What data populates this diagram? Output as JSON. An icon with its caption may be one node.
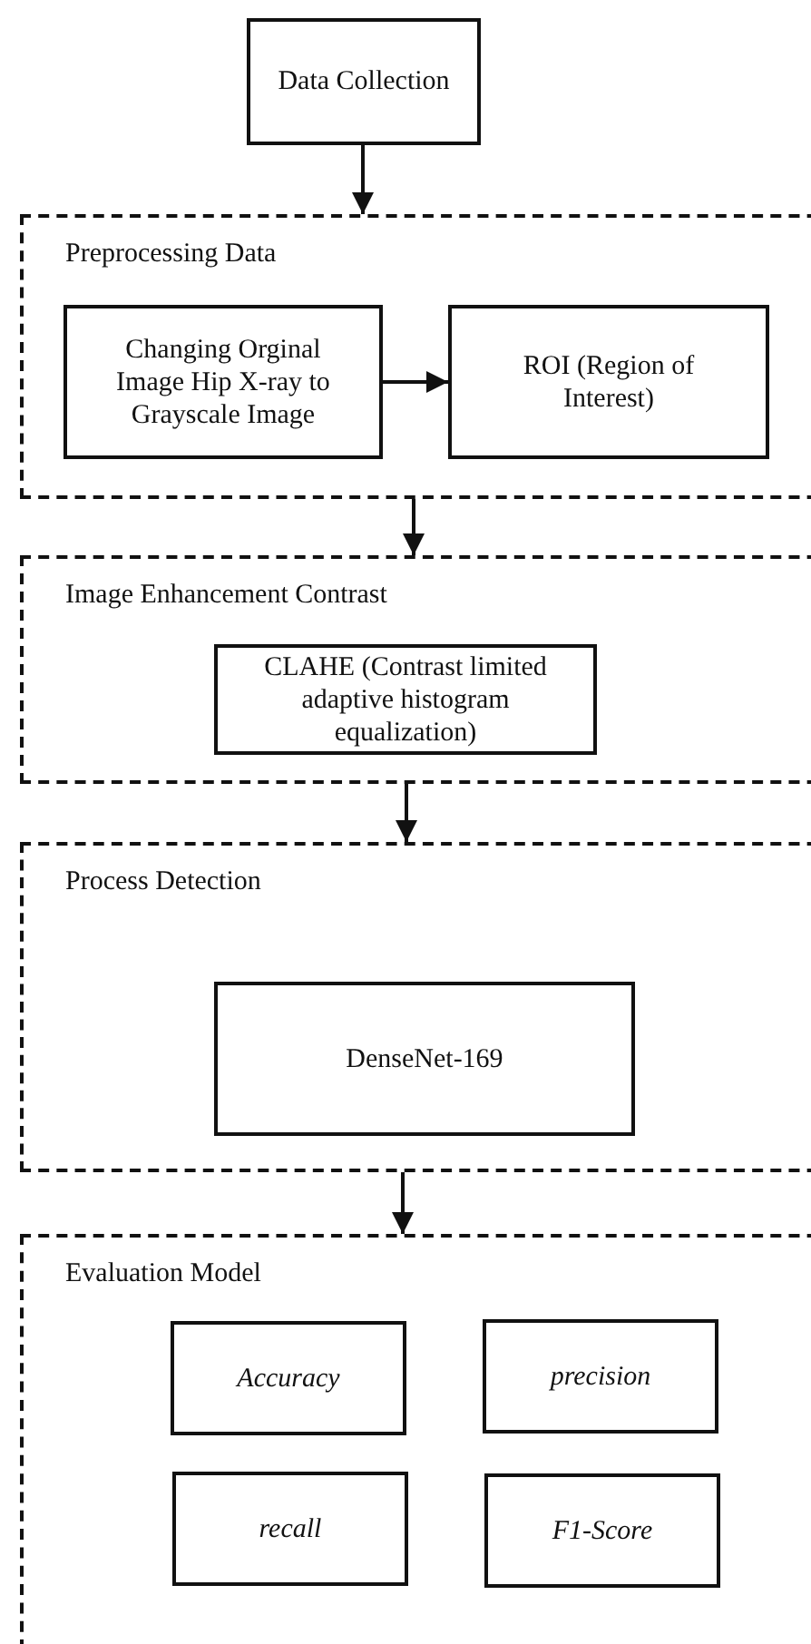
{
  "diagram": {
    "nodes": [
      {
        "text": [
          "Data Collection"
        ]
      },
      {
        "text": [
          "Preprocessing Data"
        ]
      },
      {
        "text": [
          "Changing Orginal Image Hip X-ray to Grayscale Image"
        ],
        "in": 1
      },
      {
        "text": [
          "ROI (Region of Interest)"
        ],
        "in": 1
      },
      {
        "text": [
          "Image Enhancement Contrast"
        ]
      },
      {
        "text": [
          "CLAHE (Contrast limited adaptive histogram equalization)"
        ],
        "in": 4
      },
      {
        "text": [
          "Process Detection"
        ]
      },
      {
        "text": [
          "DenseNet-169"
        ],
        "in": 6
      },
      {
        "text": [
          "Evaluation Model"
        ]
      },
      {
        "text": [
          "Accuracy"
        ],
        "in": 8
      },
      {
        "text": [
          "precision"
        ],
        "in": 8
      },
      {
        "text": [
          "recall"
        ],
        "in": 8
      },
      {
        "text": [
          "F1-Score"
        ],
        "in": 8
      }
    ],
    "edges": [
      {
        "from": 0,
        "to": 1,
        "arrow": "to"
      },
      {
        "from": 2,
        "to": 3,
        "arrow": "to"
      },
      {
        "from": 1,
        "to": 4,
        "arrow": "to"
      },
      {
        "from": 4,
        "to": 6,
        "arrow": "to"
      },
      {
        "from": 6,
        "to": 8,
        "arrow": "to"
      }
    ]
  }
}
